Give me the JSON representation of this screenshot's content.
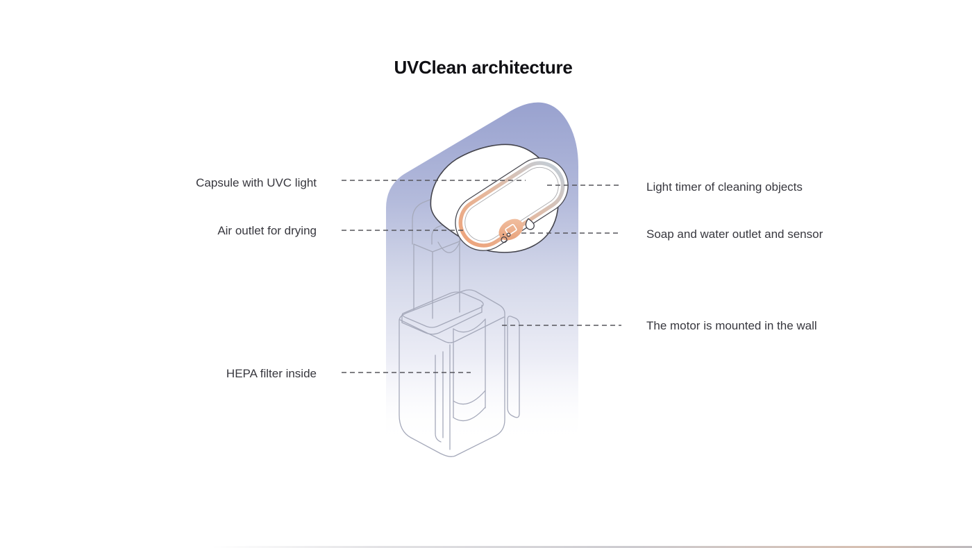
{
  "title": "UVClean architecture",
  "callouts": {
    "left": [
      {
        "id": "capsule",
        "text": "Capsule with UVC light"
      },
      {
        "id": "air-outlet",
        "text": "Air outlet for drying"
      },
      {
        "id": "hepa",
        "text": "HEPA filter inside"
      }
    ],
    "right": [
      {
        "id": "light-timer",
        "text": "Light timer of cleaning objects"
      },
      {
        "id": "soap-sensor",
        "text": "Soap and water outlet and sensor"
      },
      {
        "id": "motor",
        "text": "The motor is mounted in the wall"
      }
    ]
  },
  "icons": [
    "uvc-ring-icon",
    "soap-outlet-icon",
    "droplet-icon",
    "bubbles-icon"
  ],
  "colors": {
    "backdrop_purple_top": "#99a2cf",
    "backdrop_fade": "#ffffff",
    "device_outline_dark": "#43434b",
    "device_outline_light": "#a5a9ba",
    "dash_line": "#55555a",
    "ring_salmon": "#eda47c",
    "ring_blue_gray": "#c3cdd6",
    "label_text": "#37373e",
    "title_text": "#0f0f13"
  }
}
